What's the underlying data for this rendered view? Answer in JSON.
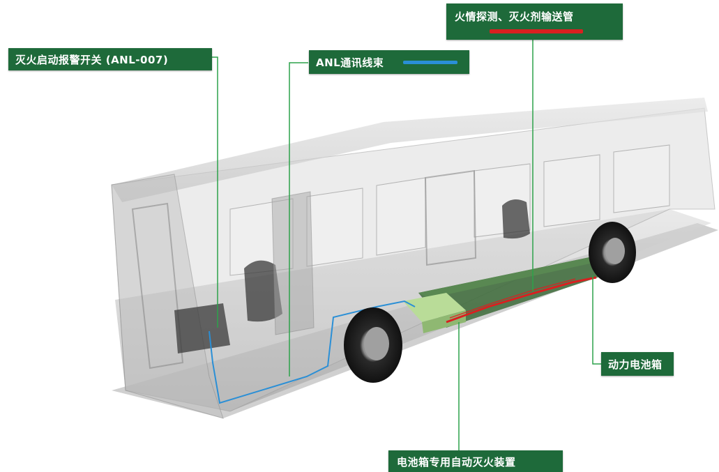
{
  "labels": {
    "fire_switch": "灭火启动报警开关 (ANL-007)",
    "anl_harness": "ANL通讯线束",
    "fire_detection_pipe": "火情探测、灭火剂输送管",
    "battery_box": "动力电池箱",
    "auto_extinguisher": "电池箱专用自动灭火装置"
  },
  "colors": {
    "label_bg": "#1e6a3a",
    "leader_line": "#2ca24a",
    "harness_line": "#2a8fd6",
    "pipe_line": "#d92020",
    "battery_green": "#3d6b3a",
    "extinguisher_green": "#b9dc98"
  },
  "icons": {
    "harness_legend": "blue-line-swatch",
    "pipe_legend": "red-line-swatch"
  }
}
